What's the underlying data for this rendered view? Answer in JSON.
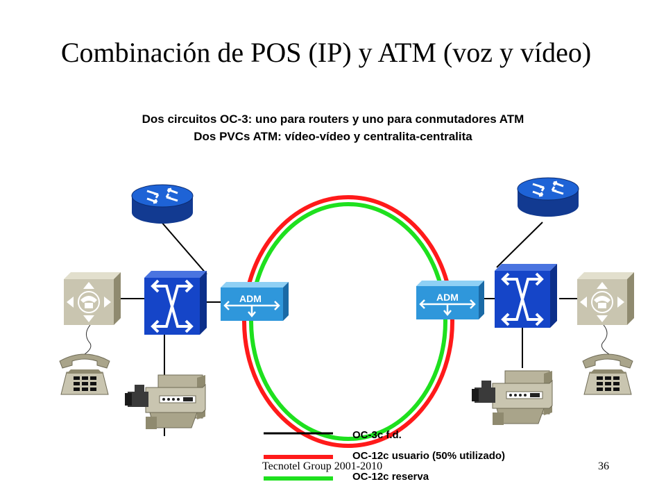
{
  "title": "Combinación de POS (IP) y ATM (voz y vídeo)",
  "subtitle_lines": [
    "Dos circuitos OC-3: uno para routers y uno para conmutadores ATM",
    "Dos PVCs ATM: vídeo-vídeo y centralita-centralita"
  ],
  "devices": {
    "adm_left_label": "ADM",
    "adm_right_label": "ADM"
  },
  "legend": [
    {
      "label": "OC-3c f.d.",
      "color": "#000000"
    },
    {
      "label": "OC-12c usuario (50% utilizado)",
      "color": "#ff1a1a"
    },
    {
      "label": "OC-12c reserva",
      "color": "#1ee01e"
    }
  ],
  "footer": {
    "left": "Tecnotel Group 2001-2010",
    "page_number": "36"
  },
  "colors": {
    "router_blue": "#1e63d6",
    "switch_blue": "#1545c8",
    "adm_blue": "#2f97db",
    "pbx_gray": "#c9c5b0",
    "ring_red": "#ff1a1a",
    "ring_green": "#1ee01e"
  },
  "icons": [
    "router-icon",
    "atm-switch-icon",
    "adm-icon",
    "pbx-icon",
    "telephone-icon",
    "video-camera-icon"
  ]
}
